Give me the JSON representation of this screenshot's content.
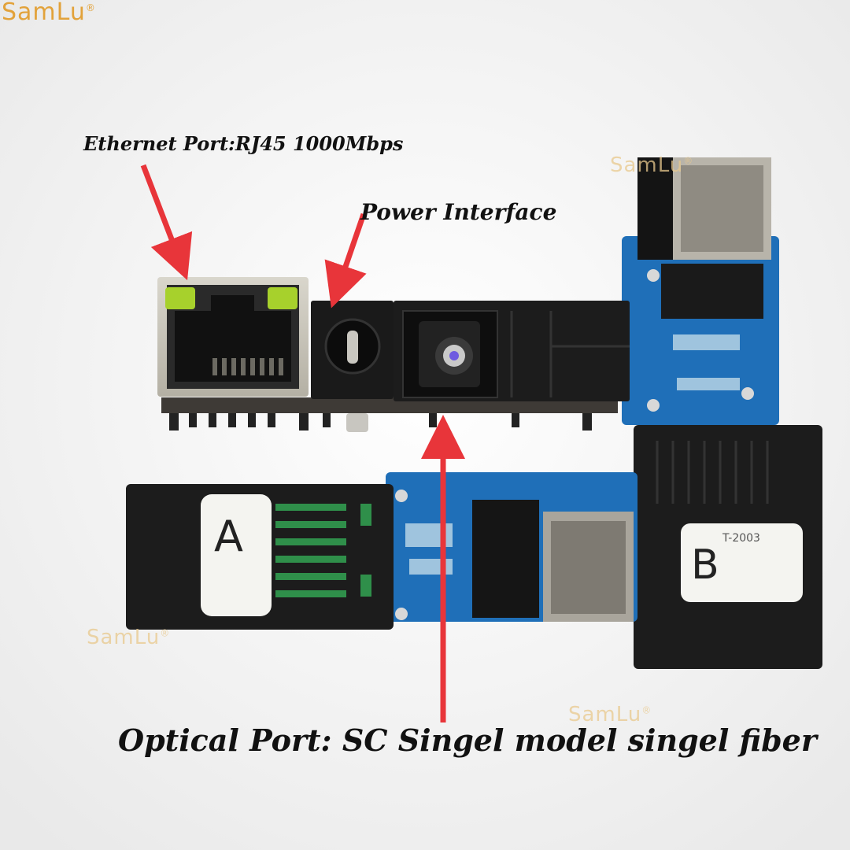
{
  "brand": {
    "name": "SamLu",
    "mark": "®",
    "accent": "#e2a23a"
  },
  "labels": {
    "ethernet": "Ethernet Port:RJ45 1000Mbps",
    "power": "Power Interface",
    "optical": "Optical Port: SC Singel model singel fiber"
  },
  "module_a_letter": "A",
  "module_b_letter": "B",
  "module_b_code": "T-2003",
  "colors": {
    "arrow": "#e8353a",
    "pcb": "#1f6fb8",
    "housing": "#1c1c1c",
    "led": "#a7d12c",
    "fiber_label": "#f4f4f0"
  },
  "icons": [
    "red-arrow-icon",
    "rj45-port-icon",
    "dc-jack-icon",
    "sc-fiber-port-icon"
  ]
}
